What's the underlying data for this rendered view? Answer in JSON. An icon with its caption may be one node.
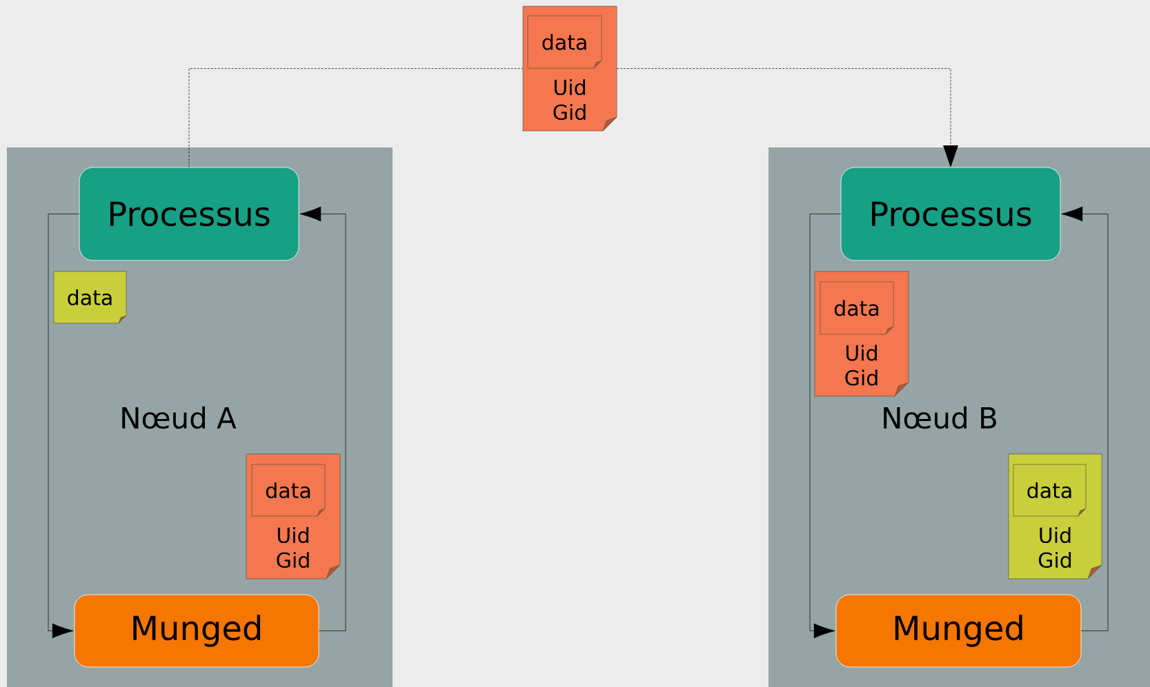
{
  "diagram": {
    "nodes": [
      {
        "text": [
          "Uid Gid"
        ]
      },
      {
        "text": [
          "data"
        ],
        "in": 0
      },
      {
        "text": [
          "Nœud A"
        ]
      },
      {
        "text": [
          "Processus"
        ],
        "in": 2
      },
      {
        "text": [
          "data"
        ],
        "in": 2
      },
      {
        "text": [
          "Uid Gid"
        ],
        "in": 2
      },
      {
        "text": [
          "data"
        ],
        "in": 5
      },
      {
        "text": [
          "Munged"
        ],
        "in": 2
      },
      {
        "text": [
          "Nœud B"
        ]
      },
      {
        "text": [
          "Processus"
        ],
        "in": 8
      },
      {
        "text": [
          "Uid Gid"
        ],
        "in": 8
      },
      {
        "text": [
          "data"
        ],
        "in": 10
      },
      {
        "text": [
          "Uid Gid"
        ],
        "in": 8
      },
      {
        "text": [
          "data"
        ],
        "in": 12
      },
      {
        "text": [
          "Munged"
        ],
        "in": 8
      }
    ],
    "edges": [
      {
        "from": 3,
        "to": 7,
        "arrow": "to"
      },
      {
        "from": 7,
        "to": 3,
        "arrow": "to"
      },
      {
        "from": 9,
        "to": 14,
        "arrow": "to"
      },
      {
        "from": 14,
        "to": 9,
        "arrow": "to"
      },
      {
        "from": 3,
        "to": 0,
        "arrow": "none",
        "style": "dashed"
      },
      {
        "from": 0,
        "to": 9,
        "arrow": "to",
        "style": "dashed"
      }
    ]
  }
}
